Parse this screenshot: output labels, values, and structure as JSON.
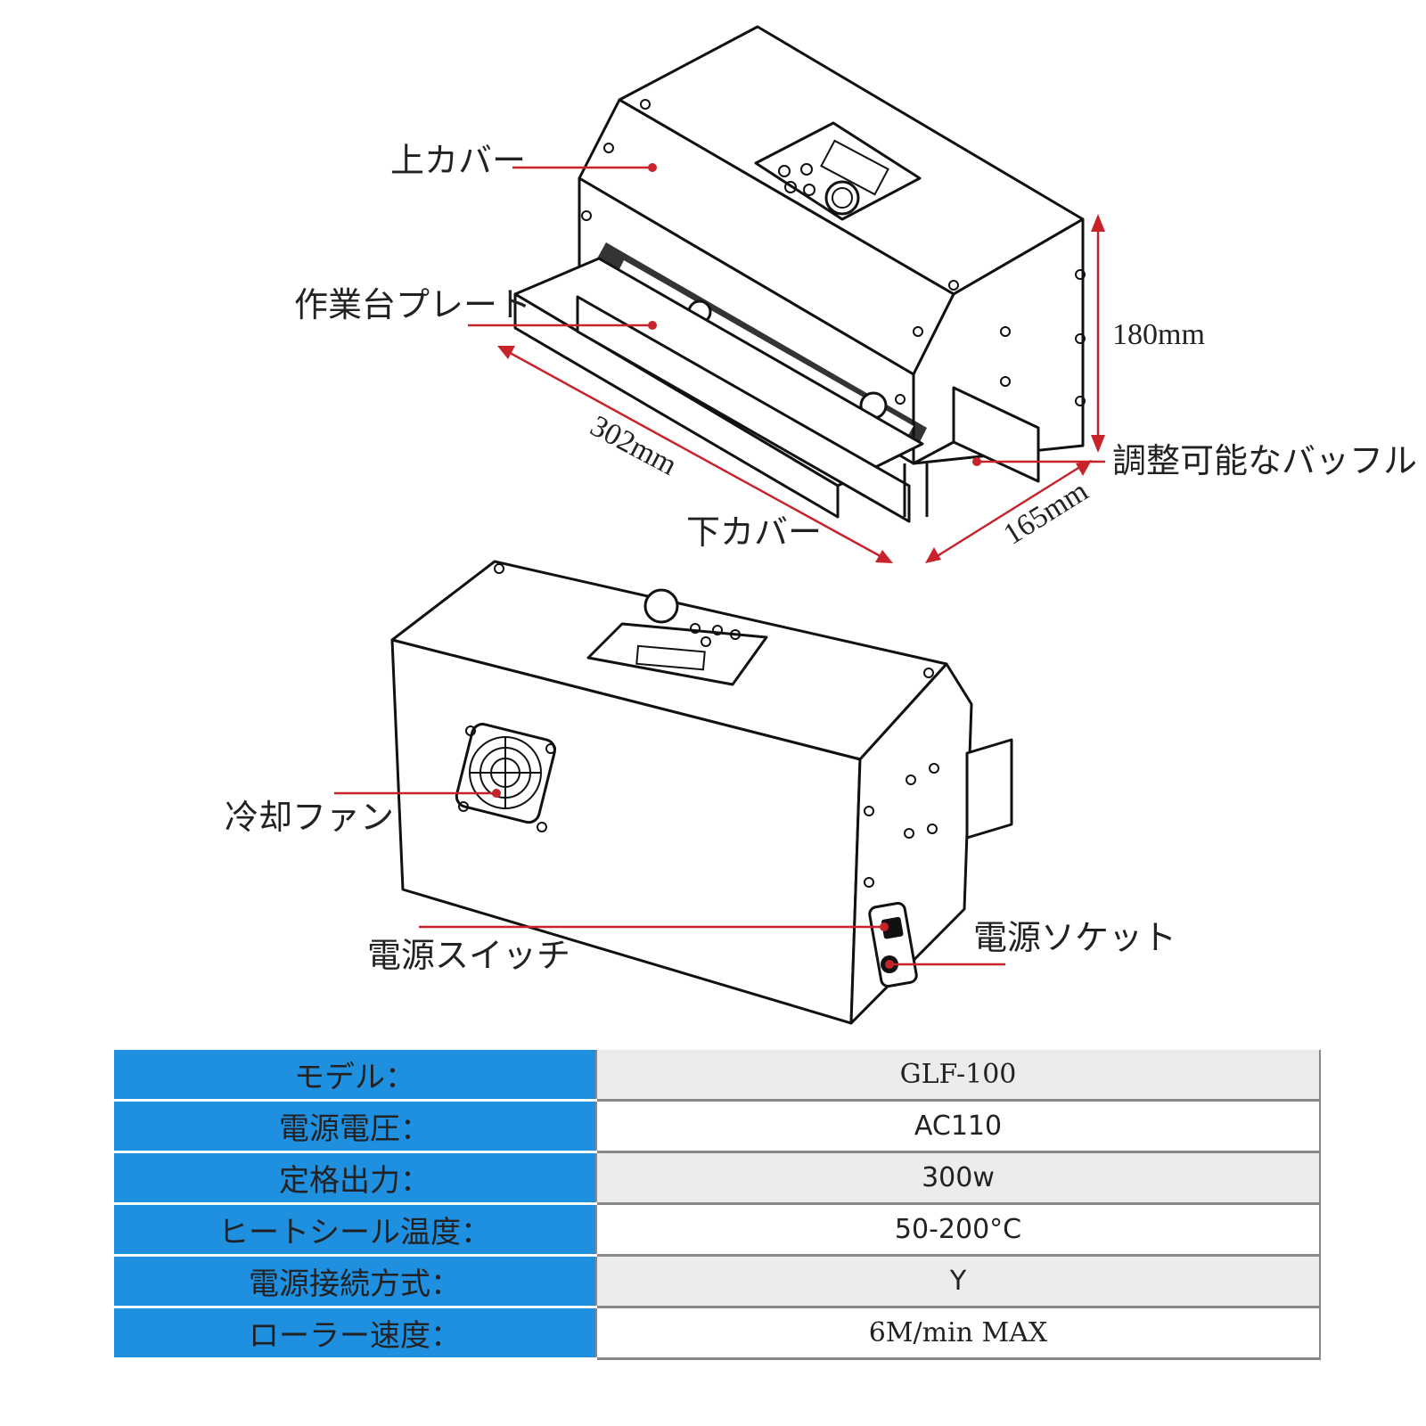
{
  "labels": {
    "top_cover": "上カバー",
    "work_plate": "作業台プレート",
    "adjustable_baffle": "調整可能なバッフル",
    "bottom_cover": "下カバー",
    "cooling_fan": "冷却ファン",
    "power_switch": "電源スイッチ",
    "power_socket": "電源ソケット"
  },
  "dimensions": {
    "height": "180mm",
    "length": "302mm",
    "depth": "165mm"
  },
  "spec_table": [
    {
      "key": "モデル：",
      "value": "GLF-100"
    },
    {
      "key": "電源電圧：",
      "value": "AC110"
    },
    {
      "key": "定格出力：",
      "value": "300w"
    },
    {
      "key": "ヒートシール温度：",
      "value": "50-200°C"
    },
    {
      "key": "電源接続方式：",
      "value": "Y"
    },
    {
      "key": "ローラー速度：",
      "value": "6M/min MAX"
    }
  ],
  "colors": {
    "leader": "#c8232a",
    "table_key_bg": "#1f8fe0",
    "table_value_bg": "#ececec"
  }
}
